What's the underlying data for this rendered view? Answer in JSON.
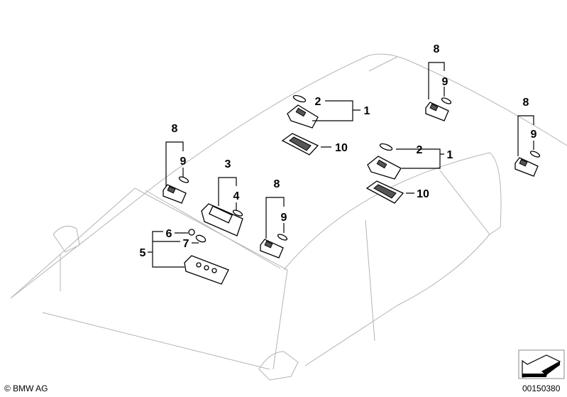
{
  "labels": {
    "a2": "2",
    "a1": "1",
    "a10": "10",
    "b2": "2",
    "b1": "1",
    "b10": "10",
    "c8": "8",
    "c9": "9",
    "d8": "8",
    "d9": "9",
    "e8": "8",
    "e9": "9",
    "f3": "3",
    "f4": "4",
    "g8": "8",
    "g9": "9",
    "h6": "6",
    "h7": "7",
    "h5": "5"
  },
  "footer": {
    "copyright": "© BMW AG",
    "diagram_number": "00150380"
  },
  "icons": {
    "orientation": "arrow-icon"
  }
}
